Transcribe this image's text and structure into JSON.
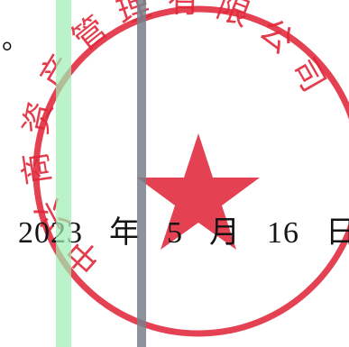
{
  "page": {
    "leading_mark": "。"
  },
  "seal": {
    "text": "中兴商资产管理有限公司",
    "color": "#e0283a",
    "star_icon": "star-icon"
  },
  "date": {
    "year": "2023",
    "year_unit": "年",
    "month": "5",
    "month_unit": "月",
    "day": "16",
    "day_unit": "日"
  }
}
